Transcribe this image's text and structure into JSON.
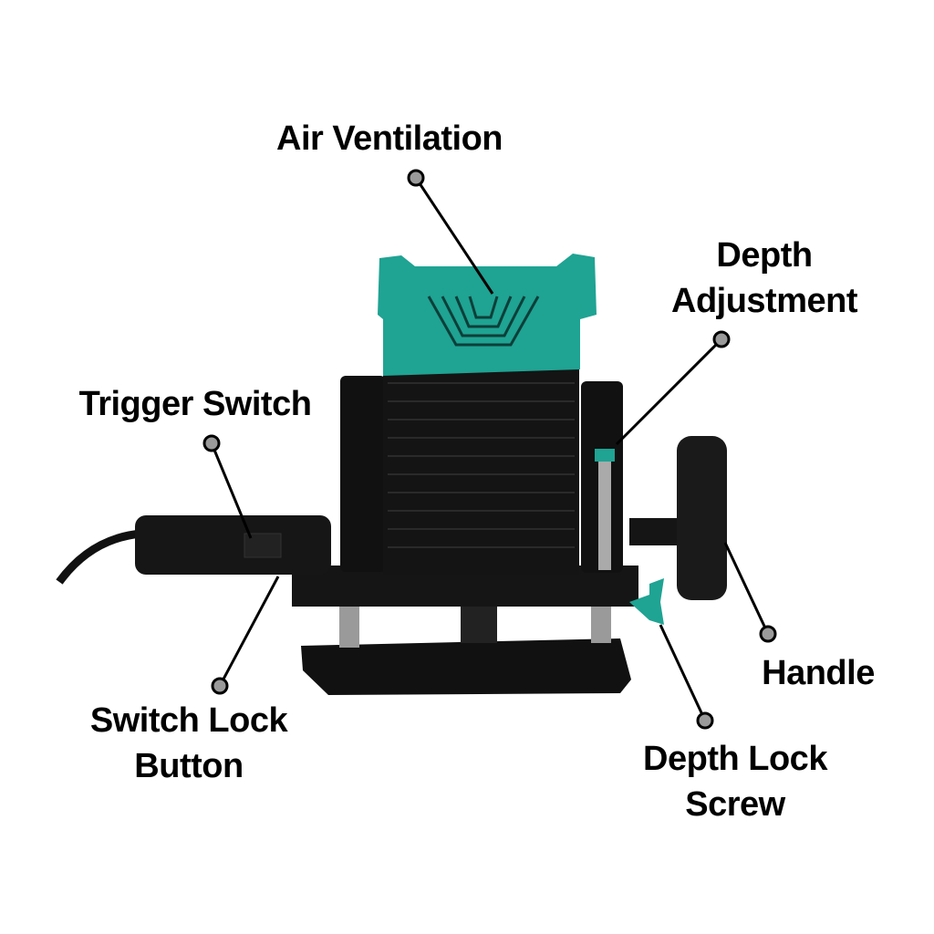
{
  "colors": {
    "accent": "#1fa393",
    "body": "#111111",
    "dot": "#9a9a9a"
  },
  "callouts": {
    "air_ventilation": {
      "line1": "Air Ventilation"
    },
    "depth_adjustment": {
      "line1": "Depth",
      "line2": "Adjustment"
    },
    "trigger_switch": {
      "line1": "Trigger Switch"
    },
    "switch_lock_button": {
      "line1": "Switch Lock",
      "line2": "Button"
    },
    "handle": {
      "line1": "Handle"
    },
    "depth_lock_screw": {
      "line1": "Depth Lock",
      "line2": "Screw"
    }
  }
}
